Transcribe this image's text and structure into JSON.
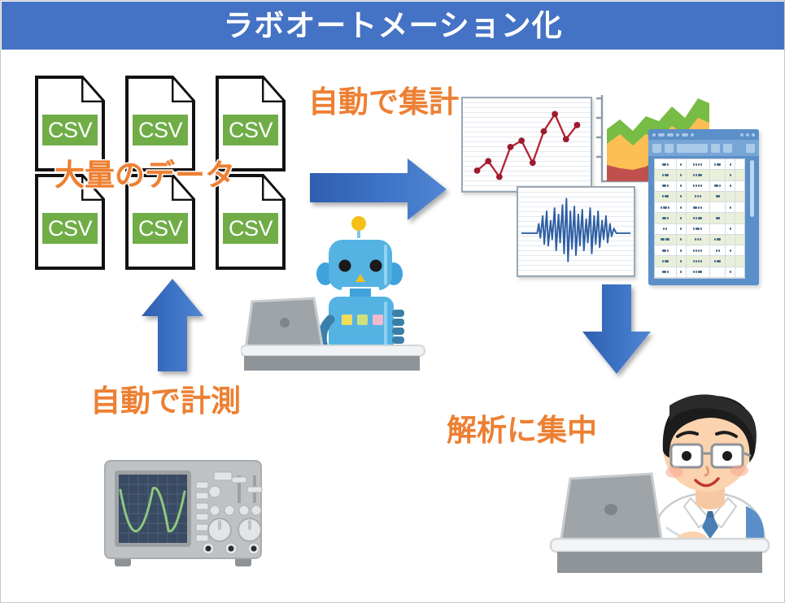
{
  "page": {
    "title": "ラボオートメーション化",
    "background_color": "#FFFFFF",
    "border_color": "#C9C9C9"
  },
  "banner": {
    "text": "ラボオートメーション化",
    "background_color": "#4472C4",
    "text_color": "#FFFFFF"
  },
  "labels": {
    "big_data": "大量のデータ",
    "auto_aggregate": "自動で集計",
    "auto_measure": "自動で計測",
    "focus_analysis": "解析に集中",
    "color": "#ED8033"
  },
  "csv_files": [
    {
      "label": "CSV"
    },
    {
      "label": "CSV"
    },
    {
      "label": "CSV"
    },
    {
      "label": "CSV"
    },
    {
      "label": "CSV"
    },
    {
      "label": "CSV"
    }
  ],
  "csv_style": {
    "badge_color": "#70AD47",
    "badge_text_color": "#FFFFFF",
    "outline_color": "#111111"
  },
  "arrows": [
    {
      "name": "arrow-up-measure",
      "direction": "up",
      "color": "#3B6FC0"
    },
    {
      "name": "arrow-right-aggregate",
      "direction": "right",
      "color": "#3B6FC0"
    },
    {
      "name": "arrow-down-analyze",
      "direction": "down",
      "color": "#3B6FC0"
    }
  ],
  "illustrations": {
    "robot": {
      "name": "robot-at-laptop",
      "body_color": "#55B3E4",
      "antenna_color": "#F5C016"
    },
    "oscilloscope": {
      "name": "oscilloscope",
      "case_color": "#BFBFBF",
      "screen_color": "#3A4A63",
      "trace_color": "#8DC97E"
    },
    "scientist": {
      "name": "scientist-at-laptop",
      "coat_color": "#FFFFFF",
      "hair_color": "#1C1C1C",
      "tie_color": "#4A7FB5"
    }
  },
  "chart_data": [
    {
      "name": "line-chart",
      "type": "line",
      "title": "",
      "xlabel": "",
      "ylabel": "",
      "series_color": "#B32334",
      "x": [
        0,
        1,
        2,
        3,
        4,
        5,
        6,
        7,
        8,
        9,
        10
      ],
      "values": [
        18,
        31,
        10,
        44,
        53,
        28,
        68,
        88,
        60,
        74,
        74
      ],
      "ylim": [
        0,
        100
      ],
      "grid": true,
      "legend": "none"
    },
    {
      "name": "waveform-chart",
      "type": "line",
      "title": "",
      "xlabel": "",
      "ylabel": "",
      "series_color": "#2E5FA3",
      "description": "seismograph-style oscillation burst",
      "values": [
        0,
        0,
        0,
        0,
        0,
        0,
        10,
        -6,
        22,
        -18,
        34,
        -26,
        30,
        -40,
        46,
        -34,
        56,
        -48,
        62,
        -58,
        74,
        -66,
        96,
        -82,
        70,
        -62,
        58,
        -50,
        44,
        -38,
        52,
        -44,
        36,
        -30,
        26,
        -20,
        16,
        -12,
        8,
        -5,
        0,
        0,
        0,
        0
      ],
      "ylim": [
        -100,
        100
      ],
      "grid": true,
      "legend": "none"
    },
    {
      "name": "stacked-area-chart",
      "type": "area",
      "title": "",
      "xlabel": "",
      "ylabel": "",
      "stacked": true,
      "x": [
        0,
        1,
        2,
        3,
        4,
        5,
        6,
        7,
        8
      ],
      "series": [
        {
          "name": "series-red",
          "color": "#C0504D",
          "values": [
            30,
            26,
            22,
            24,
            30,
            34,
            38,
            36,
            34
          ]
        },
        {
          "name": "series-yellow",
          "color": "#FBBF54",
          "values": [
            28,
            30,
            26,
            30,
            28,
            30,
            34,
            30,
            36
          ]
        },
        {
          "name": "series-green",
          "color": "#77BC45",
          "values": [
            16,
            22,
            18,
            24,
            20,
            26,
            18,
            24,
            30
          ]
        }
      ],
      "ylim": [
        0,
        100
      ],
      "axis_ticks": 5,
      "grid": false,
      "legend": "none"
    },
    {
      "name": "spreadsheet-table",
      "type": "table",
      "title": "",
      "columns": [
        "",
        "",
        "",
        "",
        "",
        ""
      ],
      "row_count": 11,
      "header_color": "#5B8FC9",
      "alt_row_color": "#E9EFD9",
      "description": "spreadsheet window with blank placeholder cell marks"
    }
  ]
}
